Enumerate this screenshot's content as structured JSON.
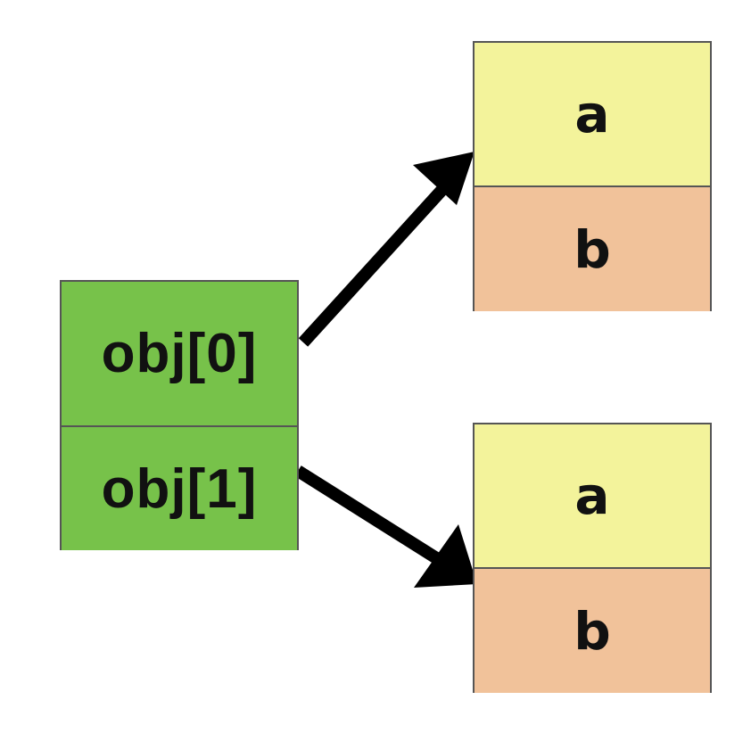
{
  "diagram": {
    "array": {
      "cells": [
        {
          "label": "obj[0]"
        },
        {
          "label": "obj[1]"
        }
      ],
      "color": "#77c24a"
    },
    "objects": [
      {
        "fields": [
          {
            "label": "a",
            "color": "#f3f39b"
          },
          {
            "label": "b",
            "color": "#f1c29a"
          }
        ]
      },
      {
        "fields": [
          {
            "label": "a",
            "color": "#f3f39b"
          },
          {
            "label": "b",
            "color": "#f1c29a"
          }
        ]
      }
    ],
    "arrows": [
      {
        "from": "obj[0]",
        "to": "object 1"
      },
      {
        "from": "obj[1]",
        "to": "object 2"
      }
    ],
    "arrow_color": "#000000",
    "border_color": "#555555"
  }
}
